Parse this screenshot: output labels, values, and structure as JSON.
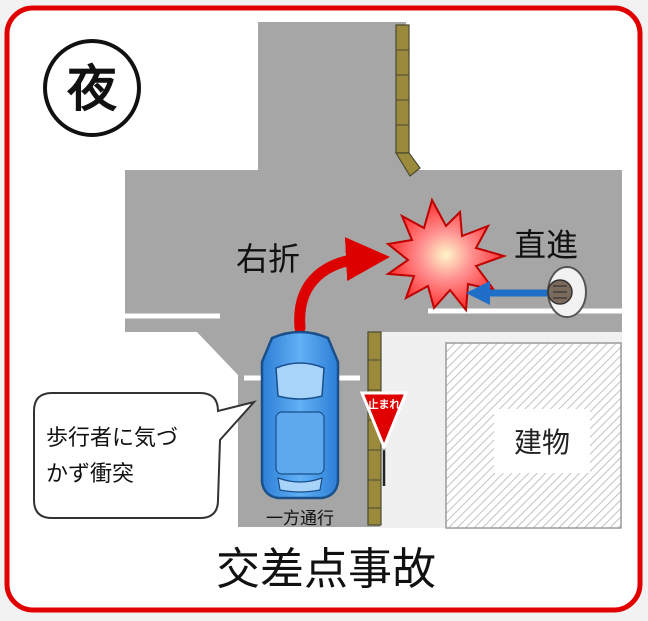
{
  "night_badge": "夜",
  "labels": {
    "right_turn": "右折",
    "straight": "直進",
    "stop_sign": "止まれ",
    "building": "建物",
    "one_way": "一方通行",
    "speech_line1": "歩行者に気づ",
    "speech_line2": "かず衝突",
    "title": "交差点事故"
  },
  "colors": {
    "frame_border": "#e00000",
    "road": "#a6a6a6",
    "car": "#3d8fe0",
    "turn_arrow": "#dd0000",
    "pedestrian_arrow": "#1f6fc8",
    "stop_sign": "#e00000"
  },
  "icons": [
    "crash-burst-icon",
    "car-icon",
    "pedestrian-icon",
    "stop-sign-icon",
    "wall-icon"
  ]
}
